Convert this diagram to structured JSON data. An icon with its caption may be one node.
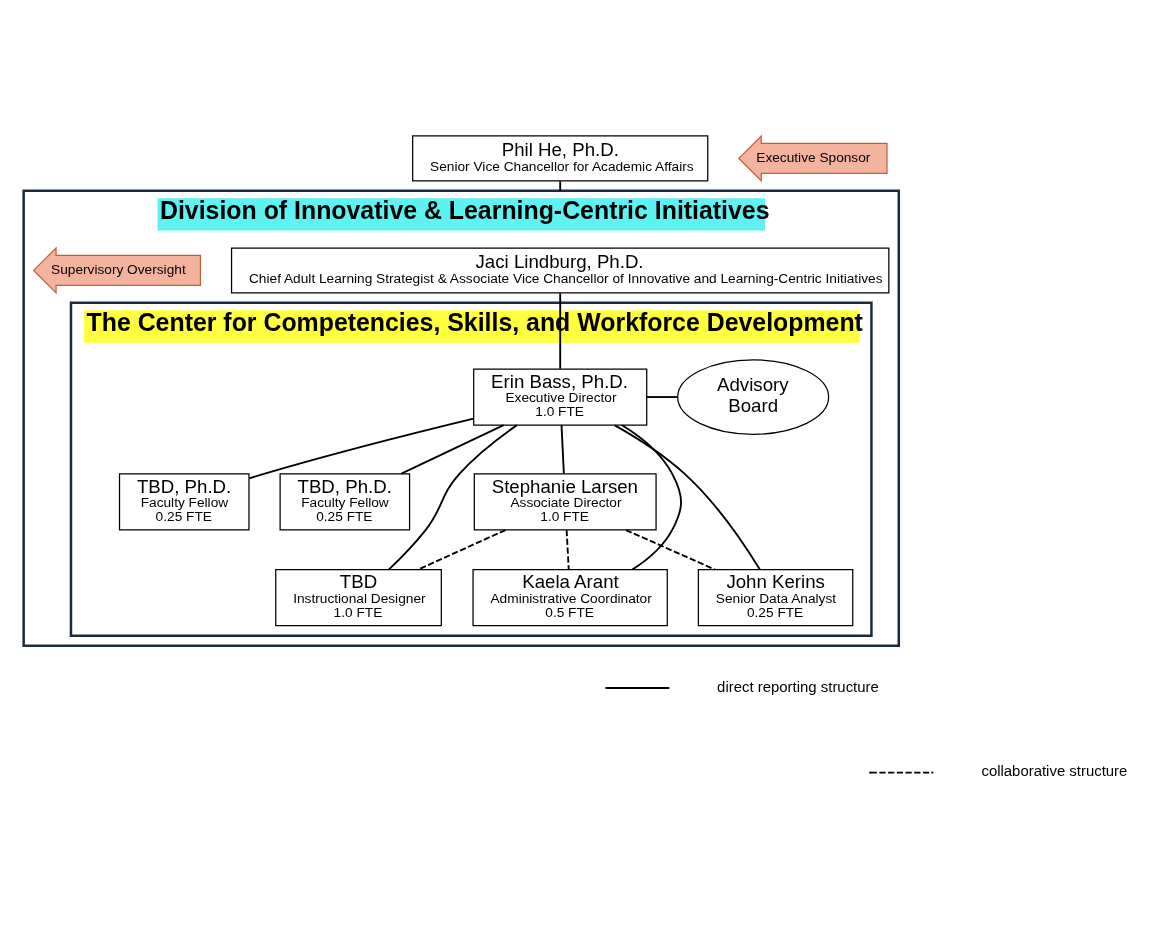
{
  "diagram": {
    "nodes": [
      {
        "text": [
          "Phil He, Ph.D.",
          "Senior Vice Chancellor for Academic Affairs"
        ]
      },
      {
        "text": [
          "Executive Sponsor"
        ]
      },
      {
        "text": [
          "Division of Innovative & Learning-Centric Initiatives"
        ]
      },
      {
        "text": [
          "Jaci Lindburg, Ph.D.",
          "Chief Adult Learning Strategist & Associate Vice Chancellor of Innovative and Learning-Centric Initiatives"
        ],
        "in": 2
      },
      {
        "text": [
          "Supervisory Oversight"
        ],
        "in": 2
      },
      {
        "text": [
          "The Center for Competencies, Skills, and Workforce Development"
        ],
        "in": 2
      },
      {
        "text": [
          "Erin Bass, Ph.D.",
          "Executive Director",
          "1.0 FTE"
        ],
        "in": 5
      },
      {
        "text": [
          "Advisory Board"
        ],
        "in": 5
      },
      {
        "text": [
          "TBD, Ph.D.",
          "Faculty Fellow",
          "0.25 FTE"
        ],
        "in": 5
      },
      {
        "text": [
          "TBD, Ph.D.",
          "Faculty Fellow",
          "0.25 FTE"
        ],
        "in": 5
      },
      {
        "text": [
          "Stephanie Larsen",
          "Associate Director",
          "1.0 FTE"
        ],
        "in": 5
      },
      {
        "text": [
          "TBD",
          "Instructional Designer",
          "1.0 FTE"
        ],
        "in": 5
      },
      {
        "text": [
          "Kaela Arant",
          "Administrative Coordinator",
          "0.5 FTE"
        ],
        "in": 5
      },
      {
        "text": [
          "John Kerins",
          "Senior Data Analyst",
          "0.25 FTE"
        ],
        "in": 5
      }
    ],
    "edges": [
      {
        "from": 0,
        "to": 2,
        "arrow": "none"
      },
      {
        "from": 3,
        "to": 6,
        "arrow": "none"
      },
      {
        "from": 6,
        "to": 7,
        "arrow": "none"
      },
      {
        "from": 6,
        "to": 8,
        "arrow": "none"
      },
      {
        "from": 6,
        "to": 9,
        "arrow": "none"
      },
      {
        "from": 6,
        "to": 10,
        "arrow": "none"
      },
      {
        "from": 6,
        "to": 11,
        "arrow": "none"
      },
      {
        "from": 6,
        "to": 12,
        "arrow": "none"
      },
      {
        "from": 6,
        "to": 13,
        "arrow": "none"
      },
      {
        "from": 10,
        "to": 11,
        "arrow": "none",
        "style": "dashed"
      },
      {
        "from": 10,
        "to": 12,
        "arrow": "none",
        "style": "dashed"
      },
      {
        "from": 10,
        "to": 13,
        "arrow": "none",
        "style": "dashed"
      }
    ],
    "legend": [
      {
        "text": "direct reporting structure"
      },
      {
        "text": "collaborative structure"
      }
    ]
  }
}
